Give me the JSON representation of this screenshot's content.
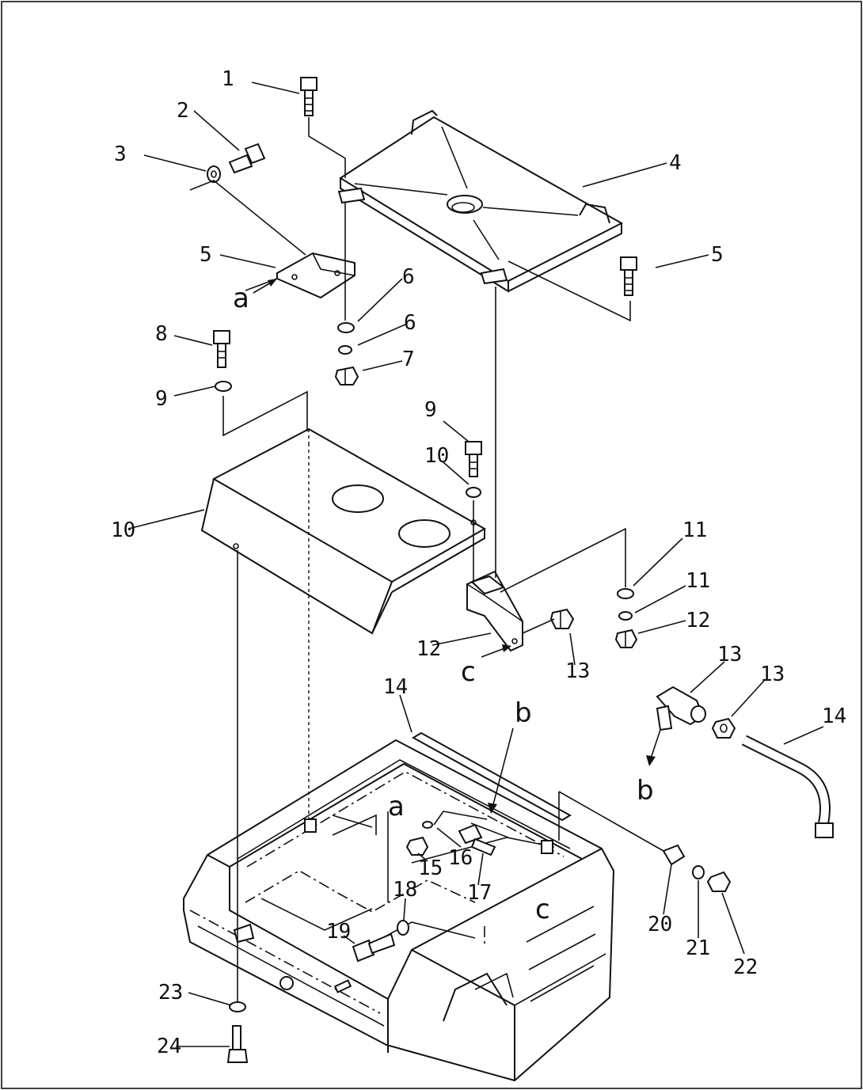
{
  "callouts": [
    "1",
    "2",
    "3",
    "4",
    "5",
    "5",
    "6",
    "6",
    "7",
    "8",
    "9",
    "9",
    "10",
    "10",
    "11",
    "11",
    "12",
    "12",
    "13",
    "13",
    "13",
    "14",
    "14",
    "15",
    "16",
    "17",
    "18",
    "19",
    "20",
    "21",
    "22",
    "23",
    "24"
  ],
  "view_refs": [
    "a",
    "a",
    "b",
    "b",
    "c",
    "c"
  ]
}
